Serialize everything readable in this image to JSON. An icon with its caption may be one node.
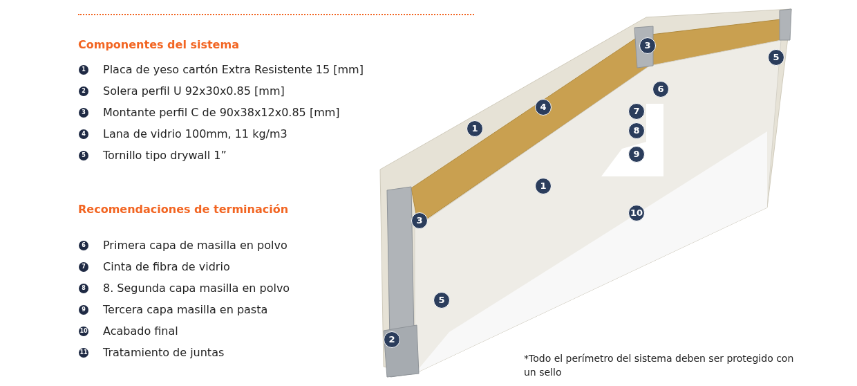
{
  "diagram": {
    "labels": [
      "Componentes del sistema",
      "1",
      "Placa de yeso cartón Extra Resistente 15 [mm]",
      "2",
      "Solera perfil U 92x30x0.85 [mm]",
      "3",
      "Montante perfil C de 90x38x12x0.85 [mm]",
      "4",
      "Lana de vidrio 100mm, 11 kg/m3",
      "5",
      "Tornillo tipo drywall 1”",
      "Recomendaciones de terminación",
      "6",
      "Primera capa de masilla en polvo",
      "7",
      "Cinta de fibra de vidrio",
      "8",
      "8. Segunda capa masilla en polvo",
      "9",
      "Tercera capa masilla en pasta",
      "10",
      "Acabado final",
      "11",
      "Tratamiento de juntas",
      "3",
      "5",
      "6",
      "4",
      "7",
      "1",
      "8",
      "9",
      "1",
      "10",
      "3",
      "5",
      "2",
      "*Todo el perímetro del sistema deben ser protegido con un sello"
    ]
  }
}
